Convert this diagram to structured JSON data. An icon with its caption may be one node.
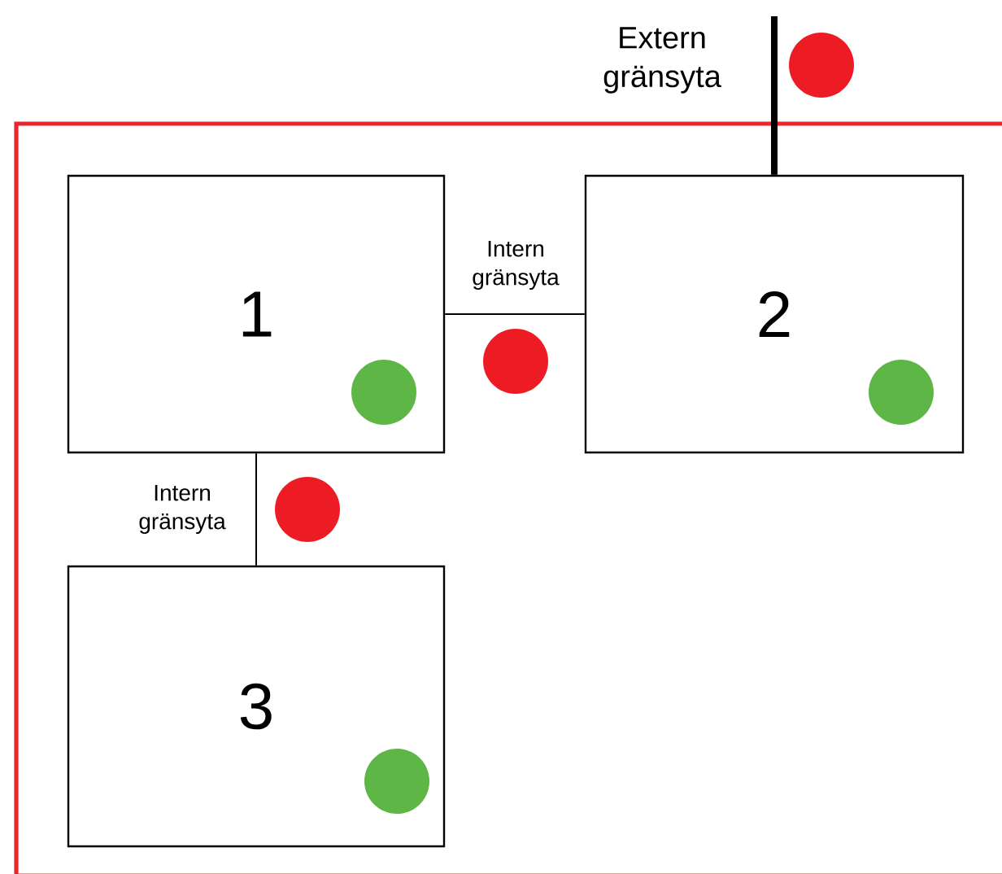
{
  "diagram": {
    "nodes": [
      {
        "text": [],
        "shape": "box"
      },
      {
        "text": [
          "1"
        ],
        "in": 0
      },
      {
        "text": [
          "2"
        ],
        "in": 0
      },
      {
        "text": [
          "3"
        ],
        "in": 0
      }
    ],
    "edges": [
      {
        "from": null,
        "to": 2,
        "arrow": "none",
        "style": "thick",
        "label": "Extern gränsyta"
      },
      {
        "from": 1,
        "to": 2,
        "arrow": "none",
        "label": "Intern gränsyta"
      },
      {
        "from": 1,
        "to": 3,
        "arrow": "none",
        "label": "Intern gränsyta"
      }
    ]
  }
}
